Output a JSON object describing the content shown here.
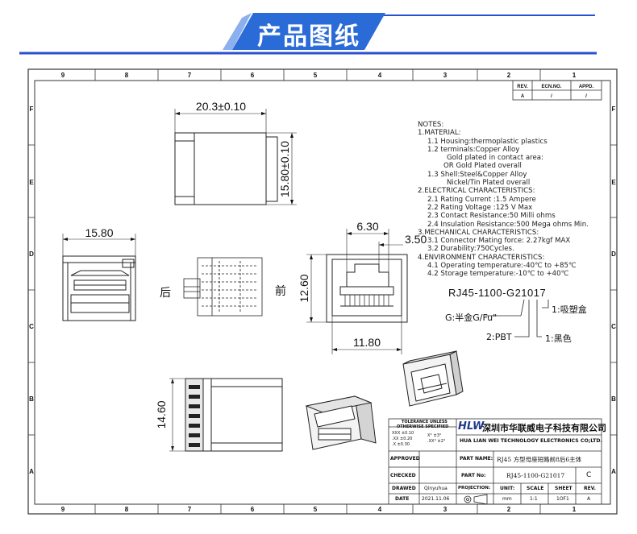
{
  "header": {
    "title": "产品图纸"
  },
  "border": {
    "top_cols": [
      "9",
      "8",
      "7",
      "6",
      "5",
      "4",
      "3",
      "2",
      "1"
    ],
    "bottom_cols": [
      "9",
      "8",
      "7",
      "6",
      "5",
      "4",
      "3",
      "2",
      "1"
    ],
    "rows": [
      "F",
      "E",
      "D",
      "C",
      "B",
      "A"
    ]
  },
  "revision": {
    "col_rev": "REV.",
    "col_ecn": "ECN.NO.",
    "col_appd": "APPD.",
    "rev": "A",
    "ecn": "/",
    "appd": "/"
  },
  "dimensions": {
    "top_width": "20.3±0.10",
    "top_height": "15.80±0.10",
    "side_width": "15.80",
    "front_top": "6.30",
    "front_top_right": "3.50",
    "front_height": "12.60",
    "front_bottom": "11.80",
    "bottom_height": "14.60"
  },
  "labels": {
    "back": "后",
    "front": "前"
  },
  "notes": [
    "NOTES:",
    "1.MATERIAL:",
    "  1.1 Housing:thermoplastic plastics",
    "  1.2 terminals:Copper Alloy",
    "       Gold plated in contact area:",
    "       OR Gold   Plated overall",
    "  1.3 Shell:Steel&Copper Alloy",
    "       Nickel/Tin Plated overall",
    "2.ELECTRICAL CHARACTERISTICS:",
    "  2.1 Rating Current :1.5 Ampere",
    "  2.2 Rating Voltage :125 V Max",
    "  2.3 Contact Resistance:50 Milli ohms",
    "  2.4 Insulation Resistance:500 Mega ohms Min.",
    "3.MECHANICAL CHARACTERISTICS:",
    "  3.1 Connector Mating force: 2.27kgf MAX",
    "  3.2 Durability:750Cycles.",
    "4.ENVIRONMENT CHARACTERISTICS:",
    "  4.1 Operating temperature:-40℃ to +85℃",
    "  4.2 Storage temperature:-10℃ to +40℃"
  ],
  "part_code": {
    "code": "RJ45-1100-G21017",
    "g_label": "G:半金G/Fu\"",
    "one_label_a": "1:吸塑盒",
    "two_label": "2:PBT",
    "one_label_b": "1:黑色"
  },
  "tolerance": {
    "title1": "TOLERANCE UNLESS",
    "title2": "OTHERWISE SPECIFIED",
    "lines": [
      "XXX ±0.10",
      ".XX ±0.20",
      ".X  ±0.30"
    ],
    "angles": [
      "X°  ±3°",
      ".XX° ±2°"
    ]
  },
  "title_block": {
    "company_logo": "HLW",
    "company_cn": "深圳市华联威电子科技有限公司",
    "company_en": "HUA LIAN WEI TECHNOLOGY ELECTRONICS CO;LTD.",
    "approved_label": "APPROVED",
    "checked_label": "CHECKED",
    "drawed_label": "DRAWED",
    "date_label": "DATE",
    "drawer": "Qinyuhua",
    "date": "2021.11.06",
    "part_name_label": "PART NAME:",
    "part_name": "RJ45 方型母座短路前8后6主体",
    "part_no_label": "PART No:",
    "part_no": "RJ45-1100-G21017",
    "rev_value": "C",
    "projection_label": "PROJECTION:",
    "unit_label": "UNIT:",
    "scale_label": "SCALE",
    "sheet_label": "SHEET",
    "rev_label": "REV.",
    "unit": "mm",
    "scale": "1:1",
    "sheet": "1OF1",
    "rev2": "A"
  }
}
